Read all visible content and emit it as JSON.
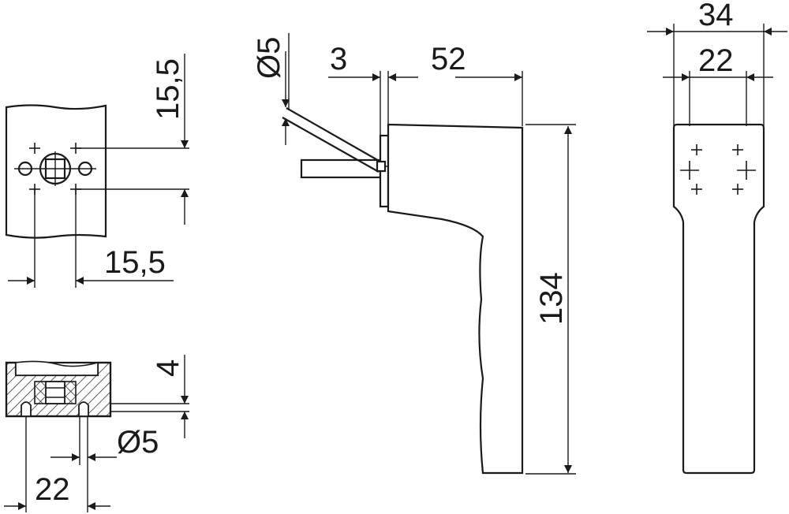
{
  "drawing": {
    "dimensions": {
      "plate_top_vertical": "15,5",
      "plate_horizontal": "15,5",
      "section_depth": "4",
      "section_hole_diameter": "Ø5",
      "section_width": "22",
      "pin_diameter": "Ø5",
      "rose_offset": "3",
      "handle_projection": "52",
      "handle_height": "134",
      "front_outer_width": "34",
      "front_inner_width": "22"
    }
  }
}
